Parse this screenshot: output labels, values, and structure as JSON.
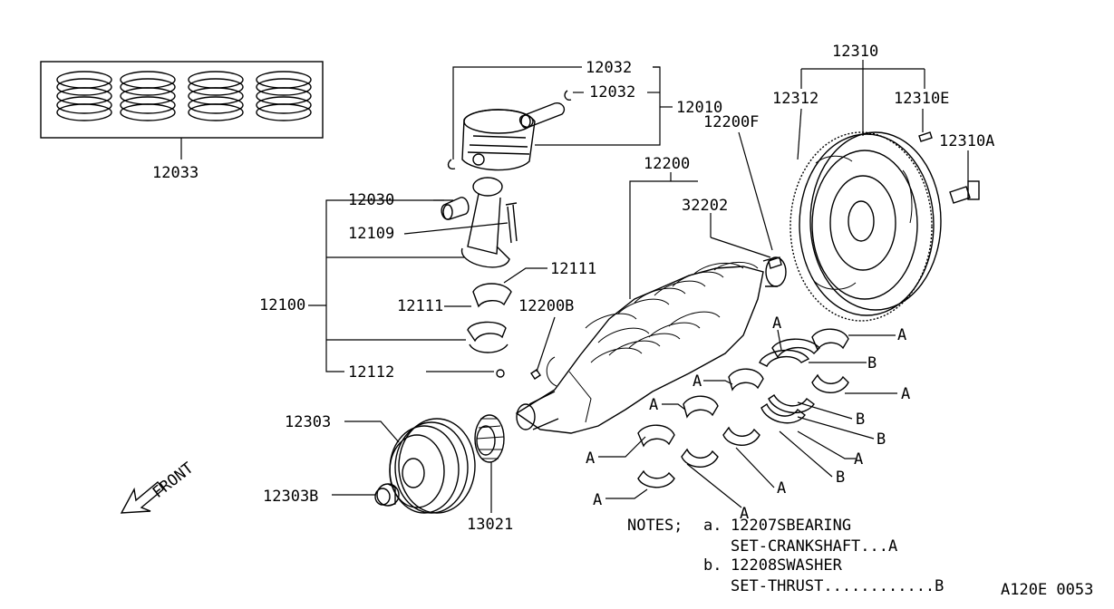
{
  "callouts": {
    "c12033": "12033",
    "c12032a": "12032",
    "c12032b": "12032",
    "c12010": "12010",
    "c12030": "12030",
    "c12109": "12109",
    "c12111a": "12111",
    "c12111b": "12111",
    "c12100": "12100",
    "c12112": "12112",
    "c12303": "12303",
    "c12303B": "12303B",
    "c13021": "13021",
    "c12200": "12200",
    "c12200F": "12200F",
    "c32202": "32202",
    "c12200B": "12200B",
    "c12310": "12310",
    "c12312": "12312",
    "c12310E": "12310E",
    "c12310A": "12310A"
  },
  "bearing_marks": {
    "A": "A",
    "B": "B"
  },
  "front_label": "FRONT",
  "notes": {
    "heading": "NOTES;",
    "a_marker": "a.",
    "a_line1": "12207SBEARING",
    "a_line2": "SET-CRANKSHAFT...A",
    "b_marker": "b.",
    "b_line1": "12208SWASHER",
    "b_line2": "SET-THRUST............B"
  },
  "figure_code": "A120E 0053"
}
